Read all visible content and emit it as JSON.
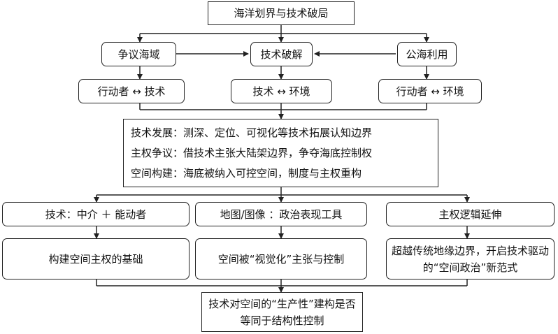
{
  "nodes": {
    "title": "海洋划界与技术破局",
    "disputed": "争议海域",
    "tech_break": "技术破解",
    "high_seas": "公海利用",
    "actor_tech": "行动者 ↔ 技术",
    "tech_env": "技术 ↔ 环境",
    "actor_env": "行动者 ↔ 环境",
    "summary": {
      "line1": "技术发展：测深、定位、可视化等技术拓展认知边界",
      "line2": "主权争议：借技术主张大陆架边界，争夺海底控制权",
      "line3": "空间构建：海底被纳入可控空间，制度与主权重构"
    },
    "tech_mediator": "技术：中介 ＋ 能动者",
    "map_image": "地图/图像 ：政治表现工具",
    "sovereignty_ext": "主权逻辑延伸",
    "spatial_basis": "构建空间主权的基础",
    "visualized": "空间被“视觉化”主张与控制",
    "beyond_borders": "超越传统地缘边界，开启技术驱动的“空间政治”新范式",
    "question": "技术对空间的“生产性”建构是否等同于结构性控制"
  },
  "colors": {
    "stroke": "#222222",
    "text": "#111111",
    "background": "#ffffff"
  }
}
